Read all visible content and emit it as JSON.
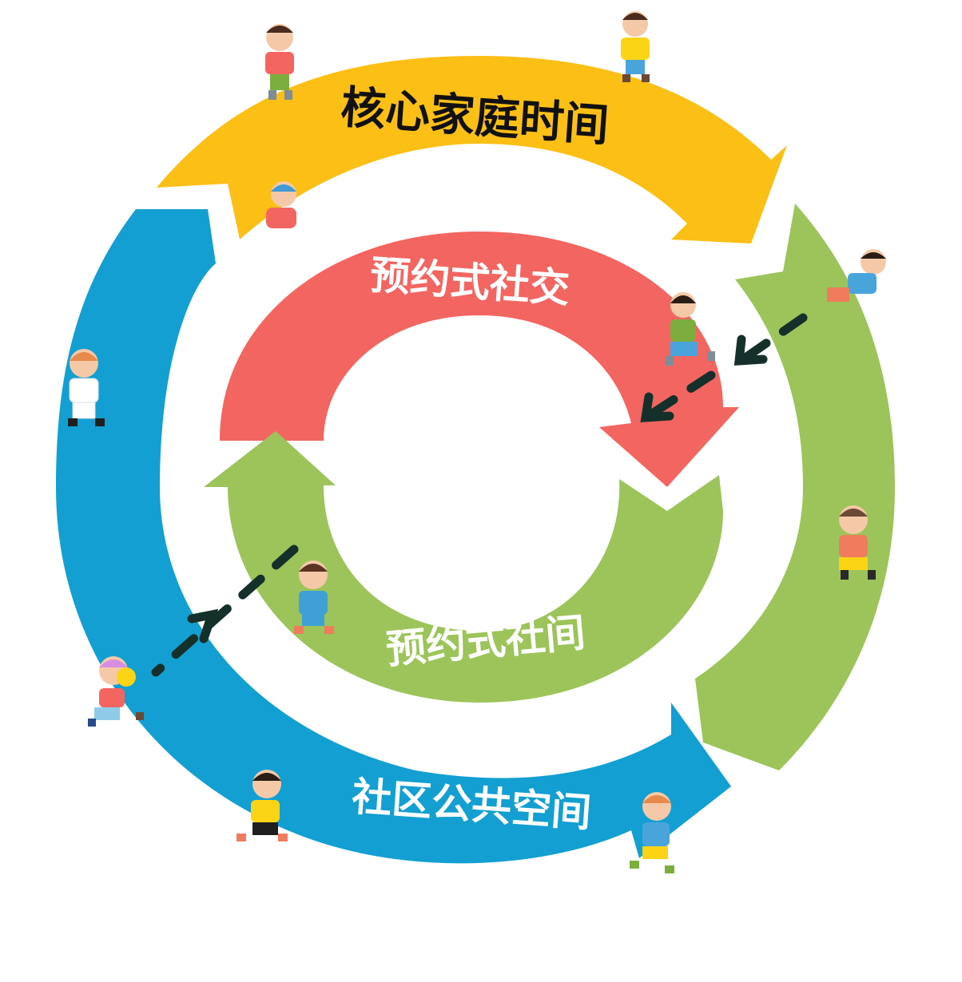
{
  "colors": {
    "yellow": "#fbbf16",
    "green": "#9cc45a",
    "blue": "#139fd2",
    "red": "#f36561",
    "inner_green": "#9cc45a",
    "dashes": "#15302a"
  },
  "labels": {
    "core_family_time": "核心家庭时间",
    "scheduled_social": "预约式社交",
    "scheduled_community": "预约式社间",
    "community_public_space": "社区公共空间"
  },
  "figures": [
    "child-figure",
    "child-figure",
    "child-figure",
    "child-figure",
    "child-figure",
    "child-figure",
    "child-figure",
    "child-figure",
    "child-figure",
    "child-figure",
    "child-figure",
    "child-figure",
    "child-figure"
  ]
}
